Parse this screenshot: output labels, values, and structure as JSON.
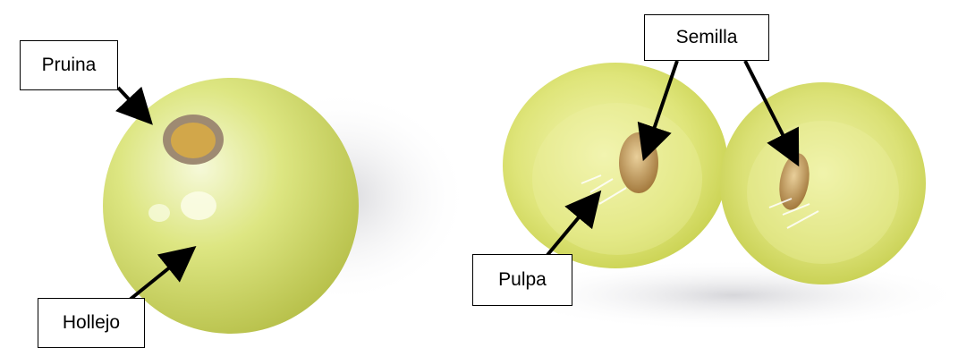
{
  "labels": {
    "pruina": "Pruina",
    "hollejo": "Hollejo",
    "semilla": "Semilla",
    "pulpa": "Pulpa"
  },
  "colors": {
    "grape_light": "#f3f7c8",
    "grape_mid": "#d8e27a",
    "grape_dark": "#b9c34c",
    "pulp_light": "#f0f3a8",
    "pulp_dark": "#cdd64a",
    "seed": "#b48a4e",
    "shadow": "#e3e3e6",
    "arrow": "#000000"
  }
}
